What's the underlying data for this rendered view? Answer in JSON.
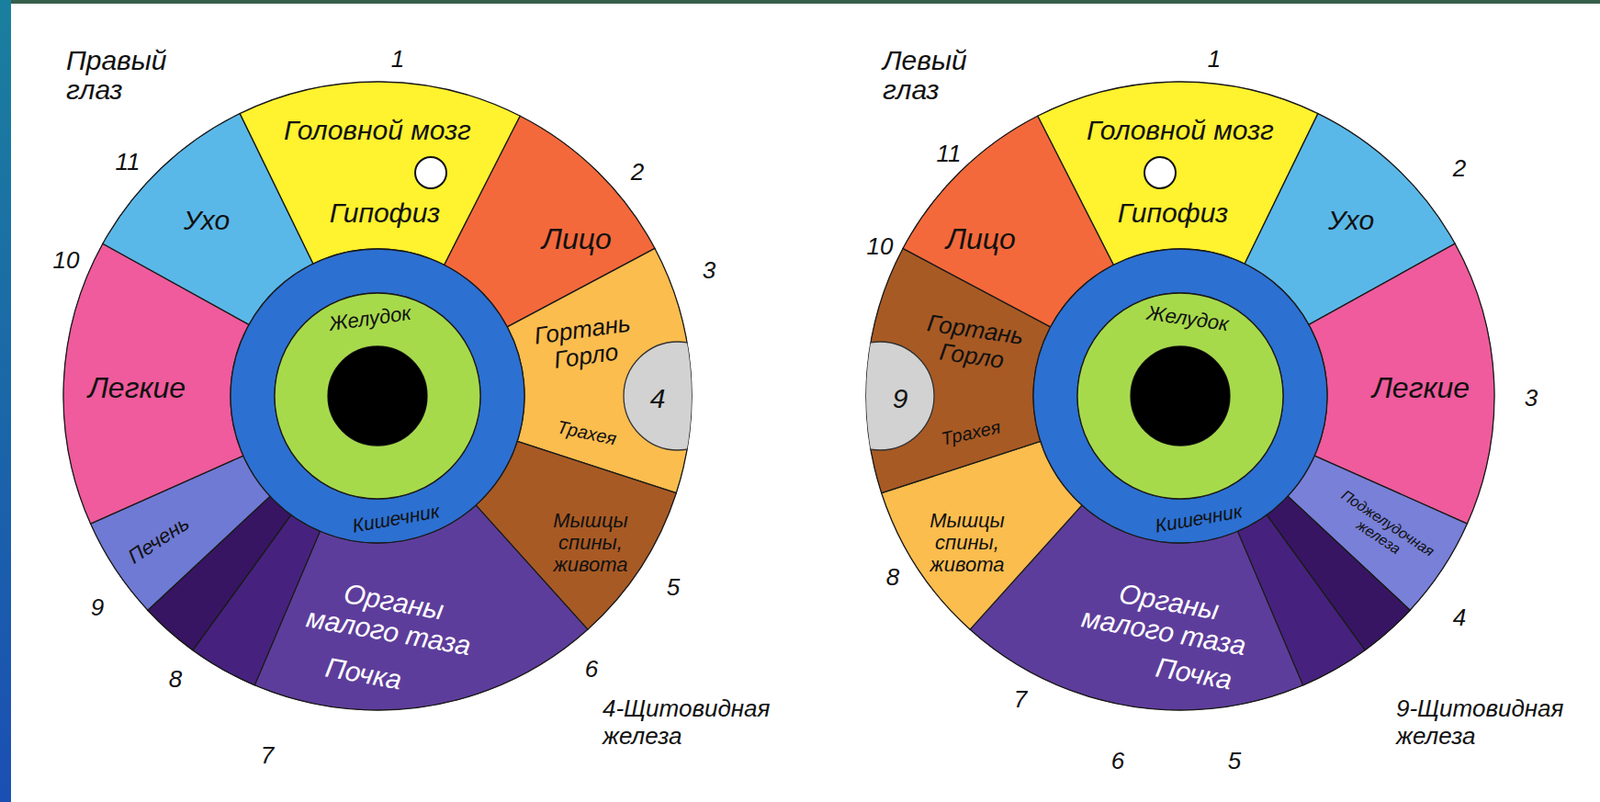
{
  "diagram": {
    "nodes": [
      {
        "text": [
          "Правый глаз"
        ]
      },
      {
        "text": [
          "Головной мозг",
          "Гипофиз"
        ],
        "in": 0
      },
      {
        "text": [
          "Лицо"
        ],
        "in": 0
      },
      {
        "text": [
          "Гортань Горло",
          "Трахея"
        ],
        "in": 0
      },
      {
        "text": [
          "4"
        ],
        "in": 3
      },
      {
        "text": [
          "Мышцы спины, живота"
        ],
        "in": 0
      },
      {
        "text": [
          "Органы малого таза",
          "Почка"
        ],
        "in": 0
      },
      {
        "text": [
          "Печень"
        ],
        "in": 0
      },
      {
        "text": [
          "Легкие"
        ],
        "in": 0
      },
      {
        "text": [
          "Ухо"
        ],
        "in": 0
      },
      {
        "text": [
          "Кишечник"
        ],
        "in": 0
      },
      {
        "text": [
          "Желудок"
        ],
        "in": 10
      },
      {
        "text": [
          "Левый глаз"
        ]
      },
      {
        "text": [
          "Головной мозг",
          "Гипофиз"
        ],
        "in": 12
      },
      {
        "text": [
          "Ухо"
        ],
        "in": 12
      },
      {
        "text": [
          "Легкие"
        ],
        "in": 12
      },
      {
        "text": [
          "Поджелудочная железа"
        ],
        "in": 12
      },
      {
        "text": [
          "Органы малого таза",
          "Почка"
        ],
        "in": 12
      },
      {
        "text": [
          "Мышцы спины, живота"
        ],
        "in": 12
      },
      {
        "text": [
          "Гортань Горло",
          "Трахея"
        ],
        "in": 12
      },
      {
        "text": [
          "9"
        ],
        "in": 19
      },
      {
        "text": [
          "Лицо"
        ],
        "in": 12
      },
      {
        "text": [
          "Кишечник"
        ],
        "in": 12
      },
      {
        "text": [
          "Желудок"
        ],
        "in": 22
      }
    ],
    "labels": [
      "1",
      "2",
      "3",
      "5",
      "6",
      "7",
      "8",
      "9",
      "10",
      "11",
      "4-Щитовидная железа",
      "1",
      "2",
      "3",
      "4",
      "5",
      "6",
      "7",
      "8",
      "10",
      "11",
      "9-Щитовидная железа"
    ]
  }
}
